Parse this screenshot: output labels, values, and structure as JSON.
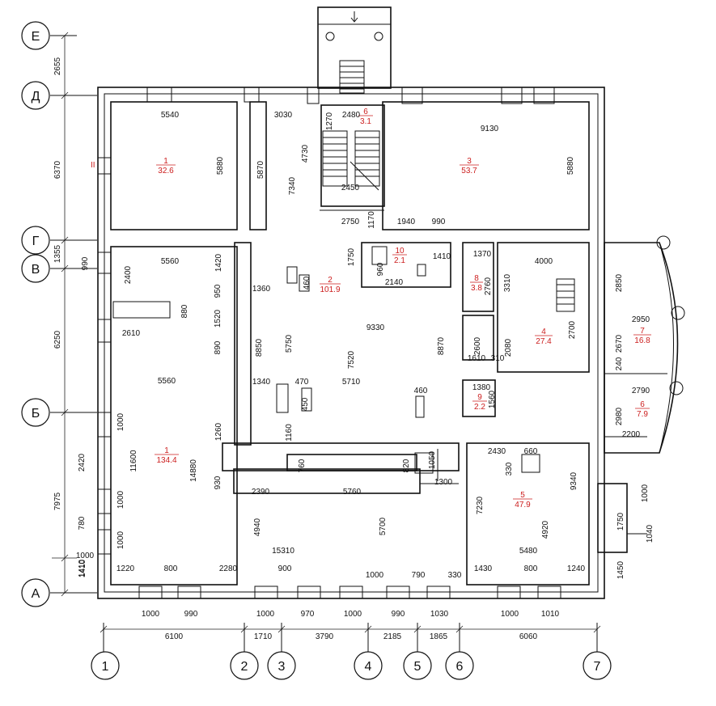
{
  "axes_horizontal": [
    {
      "label": "Е"
    },
    {
      "label": "Д"
    },
    {
      "label": "Г"
    },
    {
      "label": "В"
    },
    {
      "label": "Б"
    },
    {
      "label": "А"
    }
  ],
  "axes_vertical": [
    {
      "label": "1"
    },
    {
      "label": "2"
    },
    {
      "label": "3"
    },
    {
      "label": "4"
    },
    {
      "label": "5"
    },
    {
      "label": "6"
    },
    {
      "label": "7"
    }
  ],
  "dims_bottom": [
    "6100",
    "1710",
    "3790",
    "2185",
    "1865",
    "6060"
  ],
  "dims_left": [
    "2655",
    "6370",
    "1355",
    "990",
    "6250",
    "7975",
    "1410"
  ],
  "rooms": [
    {
      "num": "1",
      "area": "32.6"
    },
    {
      "num": "3",
      "area": "53.7"
    },
    {
      "num": "6",
      "area": "3.1"
    },
    {
      "num": "2",
      "area": "101.9"
    },
    {
      "num": "10",
      "area": "2.1"
    },
    {
      "num": "8",
      "area": "3.8"
    },
    {
      "num": "4",
      "area": "27.4"
    },
    {
      "num": "7",
      "area": "16.8"
    },
    {
      "num": "9",
      "area": "2.2"
    },
    {
      "num": "6",
      "area": "7.9"
    },
    {
      "num": "1",
      "area": "134.4"
    },
    {
      "num": "5",
      "area": "47.9"
    }
  ],
  "inner_dims": [
    "5540",
    "5880",
    "3030",
    "2480",
    "9130",
    "5880",
    "5870",
    "7340",
    "4730",
    "1270",
    "2450",
    "2750",
    "1170",
    "1940",
    "990",
    "5560",
    "1420",
    "1750",
    "960",
    "1410",
    "1370",
    "4000",
    "2400",
    "950",
    "1360",
    "460",
    "2140",
    "2760",
    "3310",
    "2850",
    "880",
    "1520",
    "9330",
    "2950",
    "2610",
    "890",
    "8850",
    "5750",
    "7520",
    "8870",
    "2600",
    "2080",
    "2700",
    "2670",
    "1610",
    "310",
    "5560",
    "1340",
    "470",
    "5710",
    "460",
    "1380",
    "240",
    "2790",
    "450",
    "1560",
    "1000",
    "2980",
    "1260",
    "1160",
    "2200",
    "11600",
    "14880",
    "2430",
    "660",
    "2420",
    "760",
    "820",
    "1050",
    "330",
    "930",
    "2390",
    "5760",
    "1300",
    "1000",
    "9340",
    "7230",
    "1000",
    "4940",
    "5700",
    "1000",
    "4920",
    "780",
    "1750",
    "1040",
    "1000",
    "15310",
    "5480",
    "1450",
    "1220",
    "800",
    "2280",
    "900",
    "1000",
    "790",
    "330",
    "1430",
    "800",
    "1240",
    "1000",
    "990",
    "1000",
    "970",
    "1000",
    "990",
    "1030",
    "1000",
    "1010",
    "1410"
  ],
  "markers": {
    "roman": "II"
  }
}
